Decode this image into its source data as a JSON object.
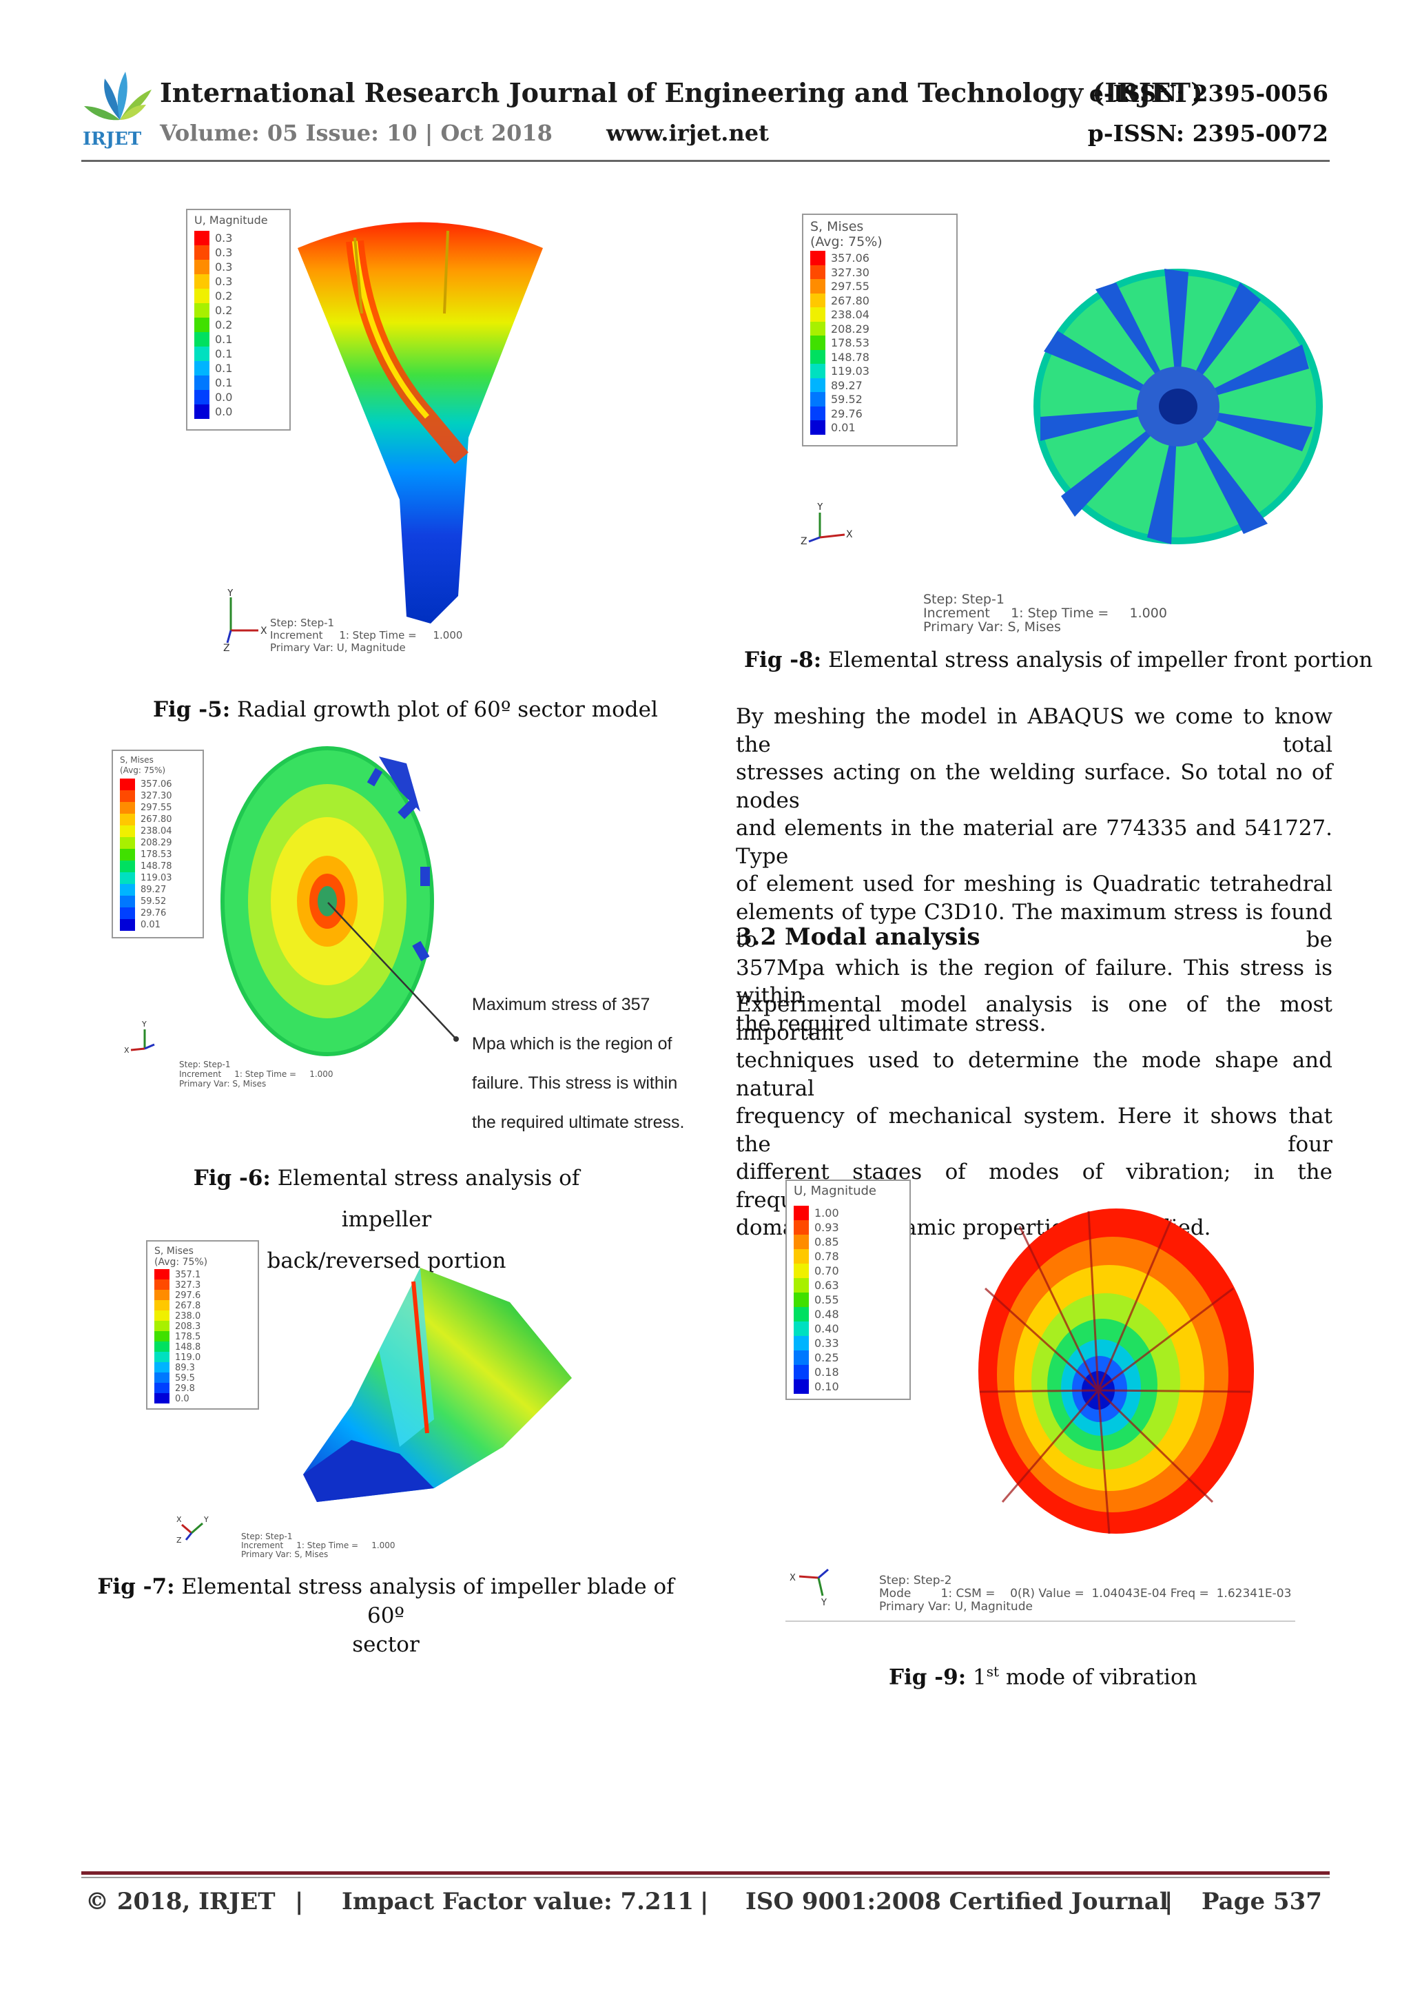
{
  "header": {
    "logo_text": "IRJET",
    "journal_title": "International Research Journal of Engineering and Technology (IRJET)",
    "volume": "Volume: 05 Issue: 10 | Oct 2018",
    "website": "www.irjet.net",
    "eissn": "e-ISSN: 2395-0056",
    "pissn": "p-ISSN: 2395-0072"
  },
  "fig5": {
    "legend_title": "U, Magnitude",
    "levels": [
      "0.3",
      "0.3",
      "0.3",
      "0.3",
      "0.2",
      "0.2",
      "0.2",
      "0.1",
      "0.1",
      "0.1",
      "0.1",
      "0.0",
      "0.0"
    ],
    "step_info": "Step: Step-1\nIncrement     1: Step Time =     1.000\nPrimary Var: U, Magnitude",
    "caption_label": "Fig -5:",
    "caption_text": "Radial growth plot of 60º sector model"
  },
  "fig6": {
    "legend_title": "S, Mises\n(Avg: 75%)",
    "levels": [
      "357.06",
      "327.30",
      "297.55",
      "267.80",
      "238.04",
      "208.29",
      "178.53",
      "148.78",
      "119.03",
      "89.27",
      "59.52",
      "29.76",
      "0.01"
    ],
    "step_info": "Step: Step-1\nIncrement     1: Step Time =     1.000\nPrimary Var: S, Mises",
    "annotation": [
      "Maximum stress of 357",
      "Mpa which is the region of",
      "failure. This stress is within",
      "the required ultimate stress."
    ],
    "caption_label": "Fig -6:",
    "caption_line1": "Elemental stress analysis of impeller",
    "caption_line2": "back/reversed portion"
  },
  "fig7": {
    "legend_title": "S, Mises\n(Avg: 75%)",
    "levels": [
      "357.1",
      "327.3",
      "297.6",
      "267.8",
      "238.0",
      "208.3",
      "178.5",
      "148.8",
      "119.0",
      "89.3",
      "59.5",
      "29.8",
      "0.0"
    ],
    "step_info": "Step: Step-1\nIncrement     1: Step Time =     1.000\nPrimary Var: S, Mises",
    "caption_label": "Fig -7:",
    "caption_line1": "Elemental stress analysis of impeller blade of 60º",
    "caption_line2": "sector"
  },
  "fig8": {
    "legend_title": "S, Mises\n(Avg: 75%)",
    "levels": [
      "357.06",
      "327.30",
      "297.55",
      "267.80",
      "238.04",
      "208.29",
      "178.53",
      "148.78",
      "119.03",
      "89.27",
      "59.52",
      "29.76",
      "0.01"
    ],
    "step_info": "Step: Step-1\nIncrement     1: Step Time =     1.000\nPrimary Var: S, Mises",
    "caption_label": "Fig -8:",
    "caption_text": "Elemental stress analysis of impeller front portion"
  },
  "fig9": {
    "legend_title": "U, Magnitude",
    "levels": [
      "1.00",
      "0.93",
      "0.85",
      "0.78",
      "0.70",
      "0.63",
      "0.55",
      "0.48",
      "0.40",
      "0.33",
      "0.25",
      "0.18",
      "0.10"
    ],
    "step_info": "Step: Step-2\nMode        1: CSM =    0(R) Value =  1.04043E-04 Freq =  1.62341E-03\nPrimary Var: U, Magnitude",
    "caption_label": "Fig -9:",
    "caption_pre": "1",
    "caption_sup": "st",
    "caption_post": " mode of vibration"
  },
  "para1": [
    "By meshing the model in ABAQUS we come to know the total",
    "stresses acting on the welding surface. So total no of nodes",
    "and elements in the material are 774335 and 541727. Type",
    "of element used for meshing is Quadratic tetrahedral",
    "elements of type C3D10. The maximum stress is found to be",
    "357Mpa which is the region of failure. This stress is within",
    "the required ultimate stress."
  ],
  "section_heading": "3.2 Modal analysis",
  "para2": [
    "Experimental model analysis is one of the most important",
    "techniques used to determine the mode shape and natural",
    "frequency of mechanical system. Here it shows that the four",
    "different stages of modes of vibration; in the frequency",
    "domain the dynamic properties are studied."
  ],
  "footer": {
    "copyright": "© 2018, IRJET",
    "impact": "Impact Factor value: 7.211",
    "iso": "ISO 9001:2008 Certified Journal",
    "page": "Page 537",
    "sep": "|"
  },
  "colors": {
    "legend_scale": [
      "#ff0000",
      "#ff4a00",
      "#ff8c00",
      "#ffc800",
      "#f0f000",
      "#a8f000",
      "#40e000",
      "#00e060",
      "#00e0c0",
      "#00b4ff",
      "#0078ff",
      "#0040ff",
      "#0000d8"
    ],
    "footer_rule": "#7a1f2b"
  }
}
